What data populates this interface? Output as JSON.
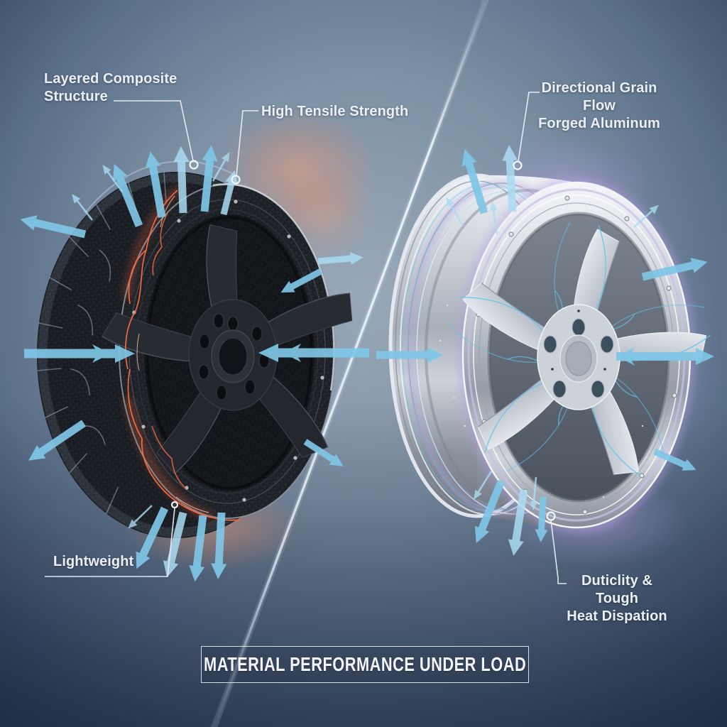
{
  "colors": {
    "background-top": "#8798aa",
    "background-deep": "#2c3b53",
    "arrow-blue": "#7fc5e6",
    "arrow-blue-light": "#aadcf2",
    "stress-red": "#ff6a42",
    "glow-orange": "#ff9a66",
    "glow-purple": "#b49fe2",
    "flow-cyan": "#5ec5ec",
    "carbon-dark": "#1a1d22",
    "aluminum-light": "#e9ecf1",
    "label-text": "#e9eff5",
    "leader-line": "#e9eef3"
  },
  "labels": {
    "layered_line1": "Layered Composite",
    "layered_line2": "Structure",
    "tensile": "High Tensile Strength",
    "grain_line1": "Directional Grain Flow",
    "grain_line2": "Forged Aluminum",
    "lightweight": "Lightweight",
    "ductility_line1": "Duticlity & Tough",
    "ductility_line2": "Heat Dispation"
  },
  "title_box": {
    "label": "MATERIAL PERFORMANCE UNDER LOAD"
  }
}
